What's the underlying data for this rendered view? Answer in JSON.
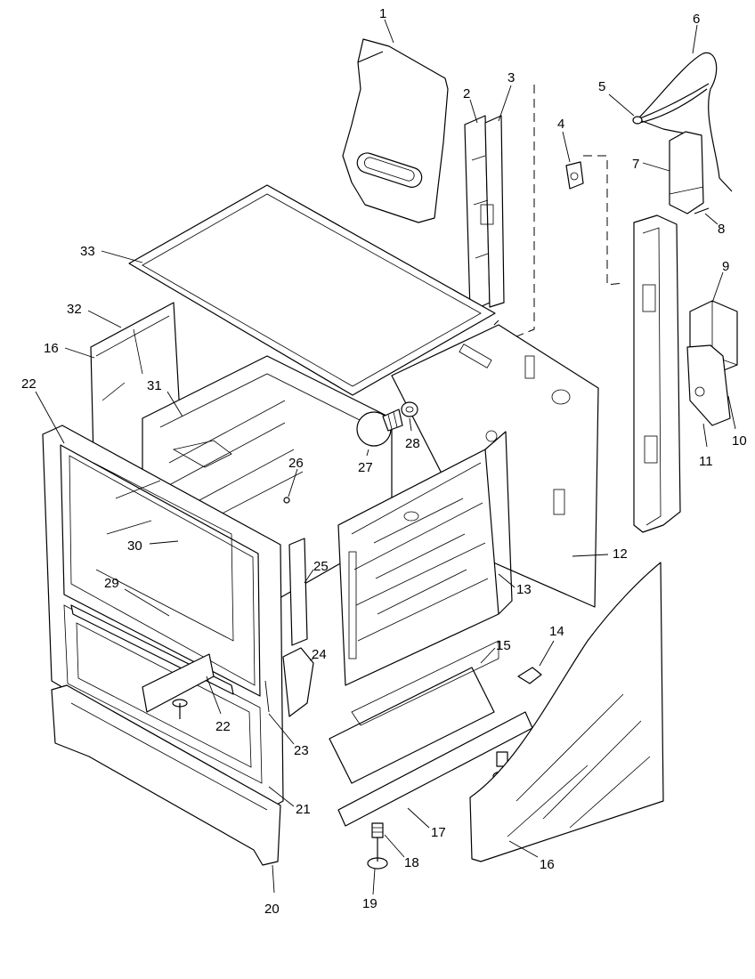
{
  "callouts": [
    {
      "id": "c1",
      "label": "1"
    },
    {
      "id": "c2",
      "label": "2"
    },
    {
      "id": "c3",
      "label": "3"
    },
    {
      "id": "c4",
      "label": "4"
    },
    {
      "id": "c5",
      "label": "5"
    },
    {
      "id": "c6",
      "label": "6"
    },
    {
      "id": "c7",
      "label": "7"
    },
    {
      "id": "c8",
      "label": "8"
    },
    {
      "id": "c9",
      "label": "9"
    },
    {
      "id": "c10",
      "label": "10"
    },
    {
      "id": "c11",
      "label": "11"
    },
    {
      "id": "c12",
      "label": "12"
    },
    {
      "id": "c13",
      "label": "13"
    },
    {
      "id": "c14",
      "label": "14"
    },
    {
      "id": "c15",
      "label": "15"
    },
    {
      "id": "c16a",
      "label": "16"
    },
    {
      "id": "c16b",
      "label": "16"
    },
    {
      "id": "c17",
      "label": "17"
    },
    {
      "id": "c18",
      "label": "18"
    },
    {
      "id": "c19",
      "label": "19"
    },
    {
      "id": "c20",
      "label": "20"
    },
    {
      "id": "c21",
      "label": "21"
    },
    {
      "id": "c22a",
      "label": "22"
    },
    {
      "id": "c22b",
      "label": "22"
    },
    {
      "id": "c23",
      "label": "23"
    },
    {
      "id": "c24",
      "label": "24"
    },
    {
      "id": "c25",
      "label": "25"
    },
    {
      "id": "c26",
      "label": "26"
    },
    {
      "id": "c27",
      "label": "27"
    },
    {
      "id": "c28",
      "label": "28"
    },
    {
      "id": "c29",
      "label": "29"
    },
    {
      "id": "c30",
      "label": "30"
    },
    {
      "id": "c31",
      "label": "31"
    },
    {
      "id": "c32",
      "label": "32"
    },
    {
      "id": "c33",
      "label": "33"
    }
  ]
}
